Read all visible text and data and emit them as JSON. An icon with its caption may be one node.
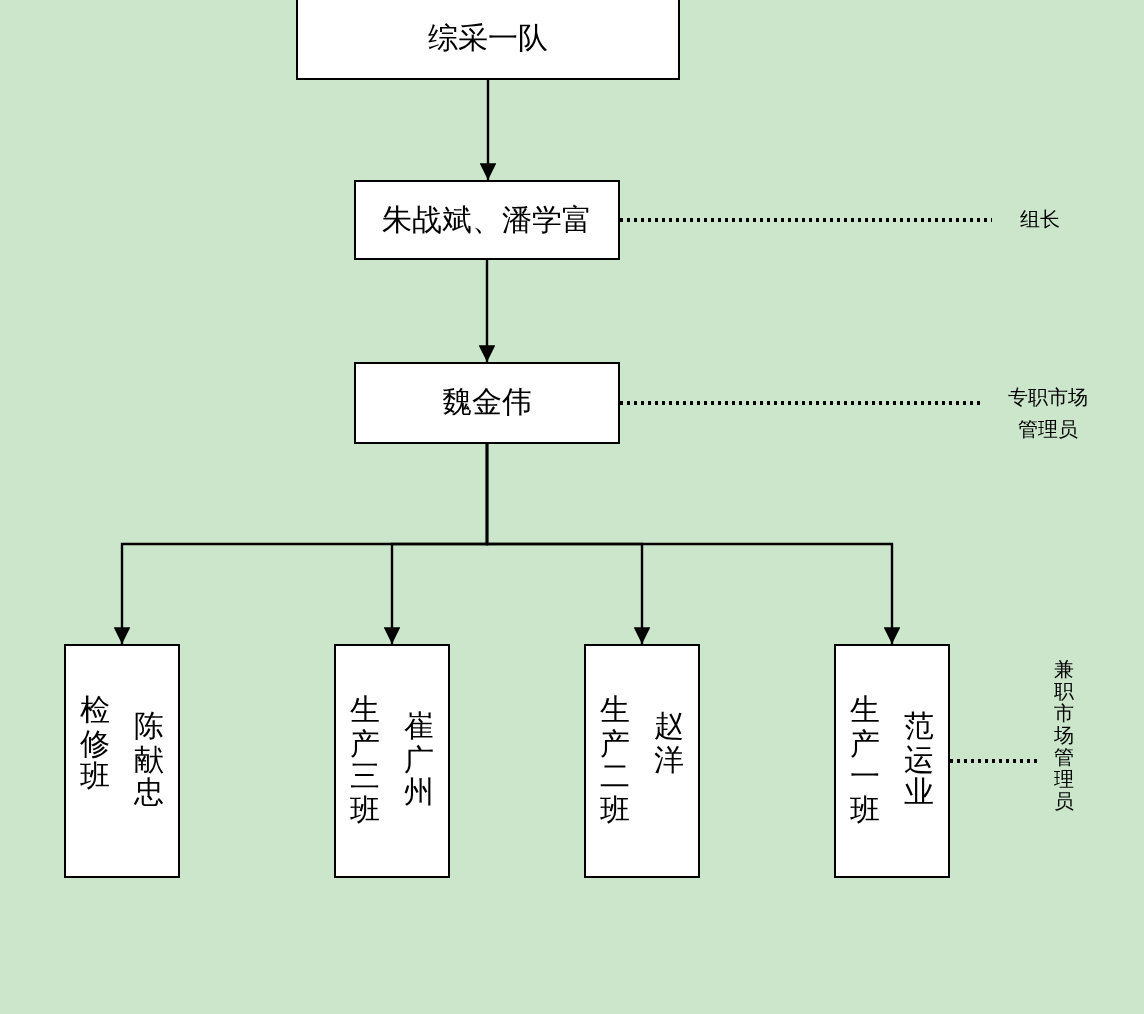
{
  "diagram": {
    "nodes": [
      {
        "text": [
          "综采一队"
        ]
      },
      {
        "text": [
          "朱战斌、潘学富"
        ]
      },
      {
        "text": [
          "组长"
        ]
      },
      {
        "text": [
          "魏金伟"
        ]
      },
      {
        "text": [
          "专职市场管理员"
        ]
      },
      {
        "text": [
          "检修班",
          "陈献忠"
        ]
      },
      {
        "text": [
          "生产三班",
          "崔广州"
        ]
      },
      {
        "text": [
          "生产二班",
          "赵洋"
        ]
      },
      {
        "text": [
          "生产一班",
          "范运业"
        ]
      },
      {
        "text": [
          "兼职市场管理员"
        ]
      }
    ],
    "edges": [
      {
        "from": 0,
        "to": 1,
        "arrow": "to"
      },
      {
        "from": 1,
        "to": 3,
        "arrow": "to"
      },
      {
        "from": 3,
        "to": 5,
        "arrow": "to"
      },
      {
        "from": 3,
        "to": 6,
        "arrow": "to"
      },
      {
        "from": 3,
        "to": 7,
        "arrow": "to"
      },
      {
        "from": 3,
        "to": 8,
        "arrow": "to"
      },
      {
        "from": 1,
        "to": 2,
        "arrow": "none",
        "style": "dashed"
      },
      {
        "from": 3,
        "to": 4,
        "arrow": "none",
        "style": "dashed"
      },
      {
        "from": 8,
        "to": 9,
        "arrow": "none",
        "style": "dashed"
      }
    ]
  }
}
